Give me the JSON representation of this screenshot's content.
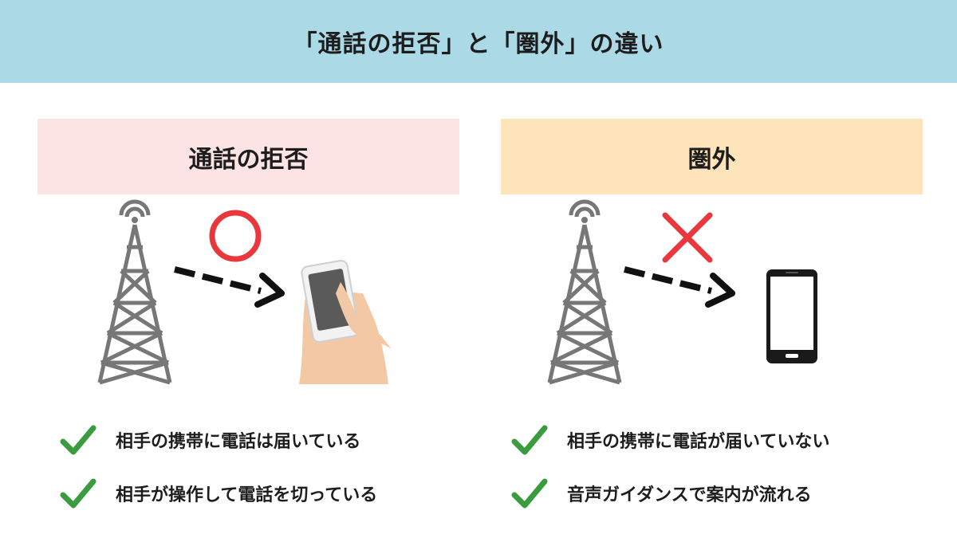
{
  "title": "「通話の拒否」と「圏外」の違い",
  "panels": [
    {
      "heading": "通話の拒否",
      "heading_bg": "#fde4e4",
      "mark": "circle-mark",
      "mark_color": "#e8373d",
      "points": [
        "相手の携帯に電話は届いている",
        "相手が操作して電話を切っている"
      ]
    },
    {
      "heading": "圏外",
      "heading_bg": "#fde4bb",
      "mark": "cross-mark",
      "mark_color": "#e8373d",
      "points": [
        "相手の携帯に電話が届いていない",
        "音声ガイダンスで案内が流れる"
      ]
    }
  ],
  "colors": {
    "header_bg": "#acd9e6",
    "check": "#3a9c3f",
    "tower": "#777777"
  }
}
